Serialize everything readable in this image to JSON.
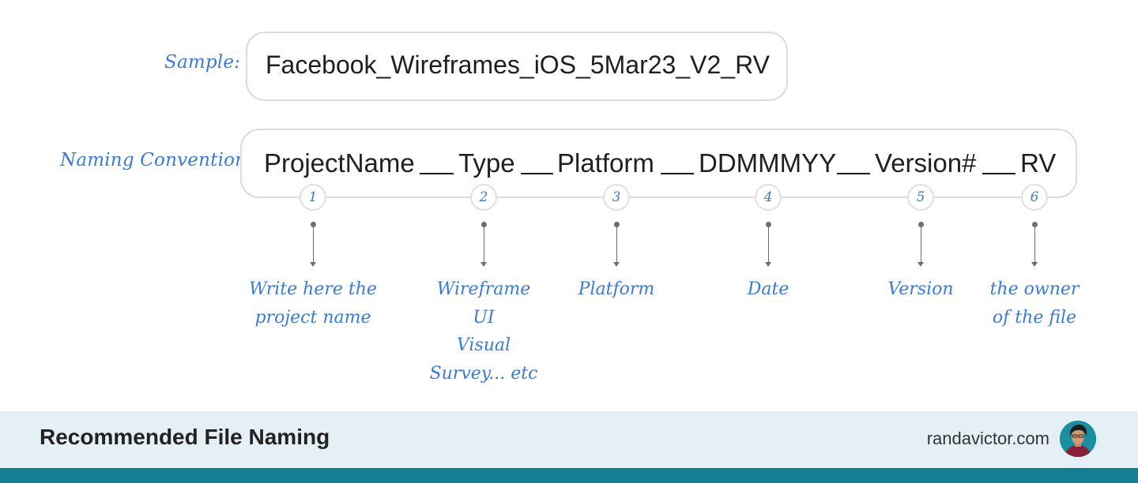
{
  "sample": {
    "label": "Sample:",
    "value": "Facebook_Wireframes_iOS_5Mar23_V2_RV"
  },
  "convention": {
    "label": "Naming Convention:",
    "parts": [
      {
        "text": "ProjectName",
        "number": "1",
        "description": [
          "Write here the",
          "project name"
        ]
      },
      {
        "text": "Type",
        "number": "2",
        "description": [
          "Wireframe",
          "UI",
          "Visual",
          "Survey... etc"
        ]
      },
      {
        "text": "Platform",
        "number": "3",
        "description": [
          "Platform"
        ]
      },
      {
        "text": "DDMMMYY",
        "number": "4",
        "description": [
          "Date"
        ]
      },
      {
        "text": "Version#",
        "number": "5",
        "description": [
          "Version"
        ]
      },
      {
        "text": "RV",
        "number": "6",
        "description": [
          "the owner",
          "of the file"
        ]
      }
    ]
  },
  "footer": {
    "title": "Recommended File Naming",
    "website": "randavictor.com",
    "avatar_icon": "author-avatar-icon"
  },
  "colors": {
    "accent_blue": "#3a7bd5",
    "footer_bg": "#e4f0f6",
    "bottom_bar": "#147e92"
  }
}
